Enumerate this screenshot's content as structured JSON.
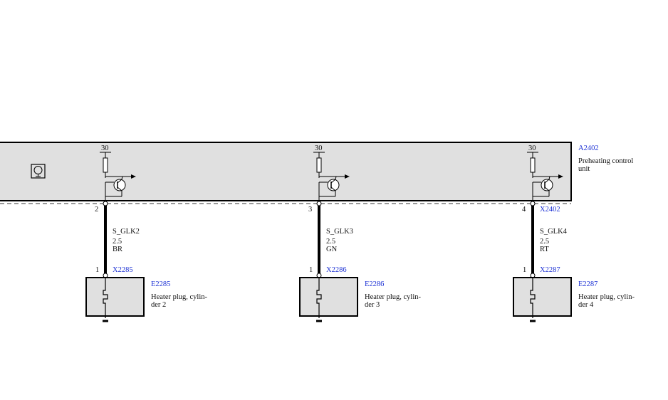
{
  "control_unit": {
    "code": "A2402",
    "name_line1": "Preheating control",
    "name_line2": "unit",
    "connector": "X2402",
    "supply_label": "30"
  },
  "colors": {
    "unit_fill": "#e0e0e0",
    "outline": "#000000",
    "link_text": "#1a2fd4"
  },
  "circuits": [
    {
      "supply": "30",
      "pin": "2",
      "signal": "S_GLK2",
      "gauge": "2.5",
      "wire_color": "BR",
      "plug_pin": "1",
      "plug_connector": "X2285",
      "component_code": "E2285",
      "component_line1": "Heater plug, cylin-",
      "component_line2": "der 2"
    },
    {
      "supply": "30",
      "pin": "3",
      "signal": "S_GLK3",
      "gauge": "2.5",
      "wire_color": "GN",
      "plug_pin": "1",
      "plug_connector": "X2286",
      "component_code": "E2286",
      "component_line1": "Heater plug, cylin-",
      "component_line2": "der 3"
    },
    {
      "supply": "30",
      "pin": "4",
      "signal": "S_GLK4",
      "gauge": "2.5",
      "wire_color": "RT",
      "plug_pin": "1",
      "plug_connector": "X2287",
      "component_code": "E2287",
      "component_line1": "Heater plug, cylin-",
      "component_line2": "der 4"
    }
  ]
}
